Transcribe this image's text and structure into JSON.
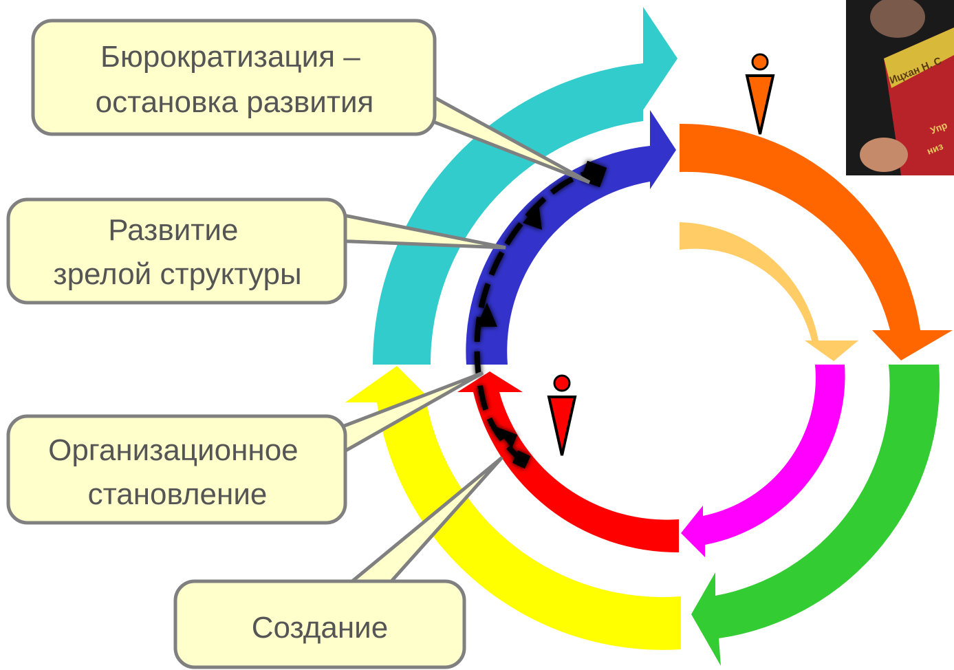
{
  "callouts": {
    "bureaucratization": [
      "Бюрократизация –",
      "остановка развития"
    ],
    "development": [
      "Развитие",
      "зрелой структуры"
    ],
    "formation": [
      "Организационное",
      "становление"
    ],
    "creation": [
      "Создание"
    ]
  },
  "photo": {
    "book_text_1": "Ицхан Н. С",
    "book_text_2": "Упр",
    "book_text_3": "низ"
  },
  "colors": {
    "callout_fill": "#ffffcc",
    "callout_stroke": "#808080",
    "outer_turquoise": "#33cccc",
    "outer_orange": "#ff6600",
    "outer_green": "#33cc33",
    "outer_yellow": "#ffff00",
    "inner_blue": "#3333cc",
    "inner_light_orange": "#ffcc66",
    "inner_magenta": "#ff00ff",
    "inner_red": "#ff0000",
    "figure_orange": "#ff6600",
    "figure_red": "#ff0000",
    "path_arrow": "#000000"
  }
}
